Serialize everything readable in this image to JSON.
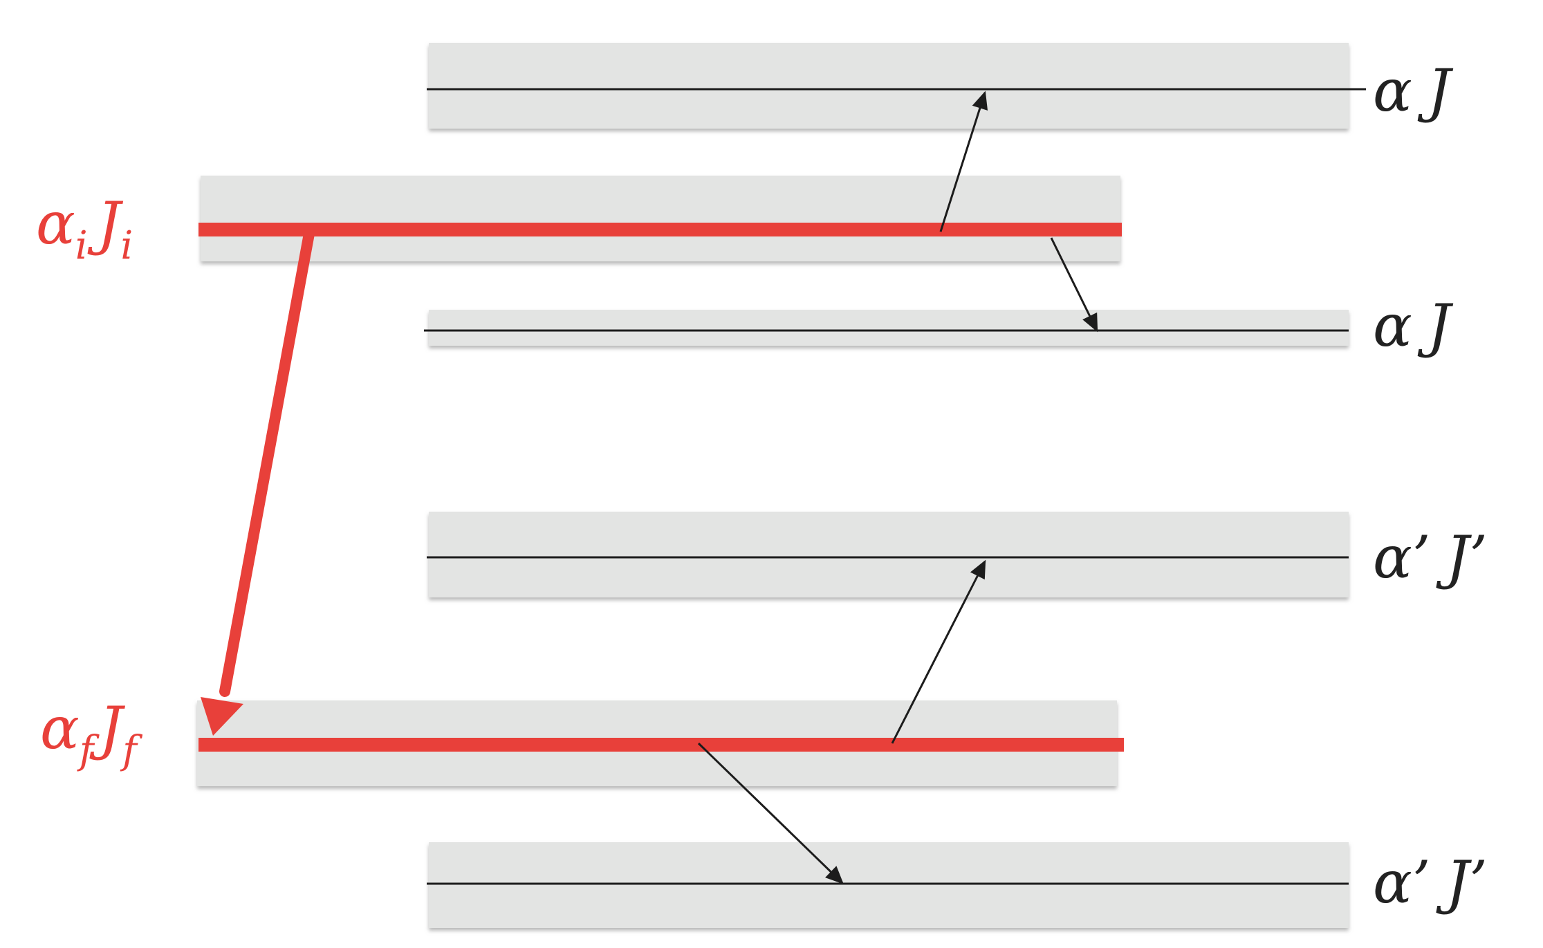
{
  "colors": {
    "band": "#e3e4e3",
    "band_shadow": "#b9b9b9",
    "line": "#1c1c1c",
    "red": "#e8403a",
    "background": "#ffffff"
  },
  "levels": {
    "top": {
      "label_greek": "α",
      "label_main": "J"
    },
    "initial": {
      "label_greek": "α",
      "label_greek_sub": "i",
      "label_main": "J",
      "label_main_sub": "i"
    },
    "middle": {
      "label_greek": "α",
      "label_main": "J"
    },
    "primed_upper": {
      "label_greek": "α’",
      "label_main": "J’"
    },
    "final": {
      "label_greek": "α",
      "label_greek_sub": "f",
      "label_main": "J",
      "label_main_sub": "f"
    },
    "primed_lower": {
      "label_greek": "α’",
      "label_main": "J’"
    }
  }
}
